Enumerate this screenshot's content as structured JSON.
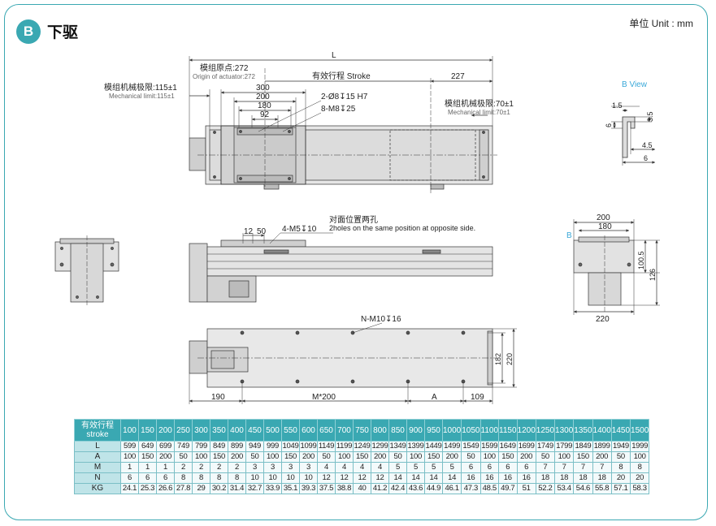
{
  "header": {
    "badge": "B",
    "title": "下驱",
    "unit": "单位 Unit : mm"
  },
  "top_view": {
    "L": "L",
    "origin_cn": "模组原点:272",
    "origin_en": "Origin of actuator:272",
    "stroke": "有效行程  Stroke",
    "d227": "227",
    "mech_left_cn": "模组机械极限:115±1",
    "mech_left_en": "Mechanical limit:115±1",
    "mech_right_cn": "模组机械极限:70±1",
    "mech_right_en": "Mechanical limit:70±1",
    "d300": "300",
    "d200": "200",
    "d180": "180",
    "d92": "92",
    "hole1": "2-Ø8↧15 H7",
    "hole2": "8-M8↧25"
  },
  "bview": {
    "title": "B  View",
    "d15": "1.5",
    "d35": "3.5",
    "d6a": "6",
    "d45": "4.5",
    "d6b": "6"
  },
  "side_view": {
    "d12": "12",
    "d50": "50",
    "m5": "4-M5↧10",
    "note_cn": "对面位置两孔",
    "note_en": "2holes on the same position at opposite side."
  },
  "end_view": {
    "d200": "200",
    "d180": "180",
    "b": "B",
    "d1005": "100.5",
    "d126": "126",
    "d220": "220"
  },
  "bottom_view": {
    "nm": "N-M10↧16",
    "d182": "182",
    "d220": "220",
    "d190": "190",
    "m200": "M*200",
    "a": "A",
    "d109": "109"
  },
  "table": {
    "header_label": "有效行程 stroke",
    "strokes": [
      "100",
      "150",
      "200",
      "250",
      "300",
      "350",
      "400",
      "450",
      "500",
      "550",
      "600",
      "650",
      "700",
      "750",
      "800",
      "850",
      "900",
      "950",
      "1000",
      "1050",
      "1100",
      "1150",
      "1200",
      "1250",
      "1300",
      "1350",
      "1400",
      "1450",
      "1500"
    ],
    "rows": [
      {
        "label": "L",
        "values": [
          "599",
          "649",
          "699",
          "749",
          "799",
          "849",
          "899",
          "949",
          "999",
          "1049",
          "1099",
          "1149",
          "1199",
          "1249",
          "1299",
          "1349",
          "1399",
          "1449",
          "1499",
          "1549",
          "1599",
          "1649",
          "1699",
          "1749",
          "1799",
          "1849",
          "1899",
          "1949",
          "1999"
        ]
      },
      {
        "label": "A",
        "values": [
          "100",
          "150",
          "200",
          "50",
          "100",
          "150",
          "200",
          "50",
          "100",
          "150",
          "200",
          "50",
          "100",
          "150",
          "200",
          "50",
          "100",
          "150",
          "200",
          "50",
          "100",
          "150",
          "200",
          "50",
          "100",
          "150",
          "200",
          "50",
          "100"
        ]
      },
      {
        "label": "M",
        "values": [
          "1",
          "1",
          "1",
          "2",
          "2",
          "2",
          "2",
          "3",
          "3",
          "3",
          "3",
          "4",
          "4",
          "4",
          "4",
          "5",
          "5",
          "5",
          "5",
          "6",
          "6",
          "6",
          "6",
          "7",
          "7",
          "7",
          "7",
          "8",
          "8"
        ]
      },
      {
        "label": "N",
        "values": [
          "6",
          "6",
          "6",
          "8",
          "8",
          "8",
          "8",
          "10",
          "10",
          "10",
          "10",
          "12",
          "12",
          "12",
          "12",
          "14",
          "14",
          "14",
          "14",
          "16",
          "16",
          "16",
          "16",
          "18",
          "18",
          "18",
          "18",
          "20",
          "20"
        ]
      },
      {
        "label": "KG",
        "values": [
          "24.1",
          "25.3",
          "26.6",
          "27.8",
          "29",
          "30.2",
          "31.4",
          "32.7",
          "33.9",
          "35.1",
          "39.3",
          "37.5",
          "38.8",
          "40",
          "41.2",
          "42.4",
          "43.6",
          "44.9",
          "46.1",
          "47.3",
          "48.5",
          "49.7",
          "51",
          "52.2",
          "53.4",
          "54.6",
          "55.8",
          "57.1",
          "58.3"
        ]
      }
    ]
  }
}
